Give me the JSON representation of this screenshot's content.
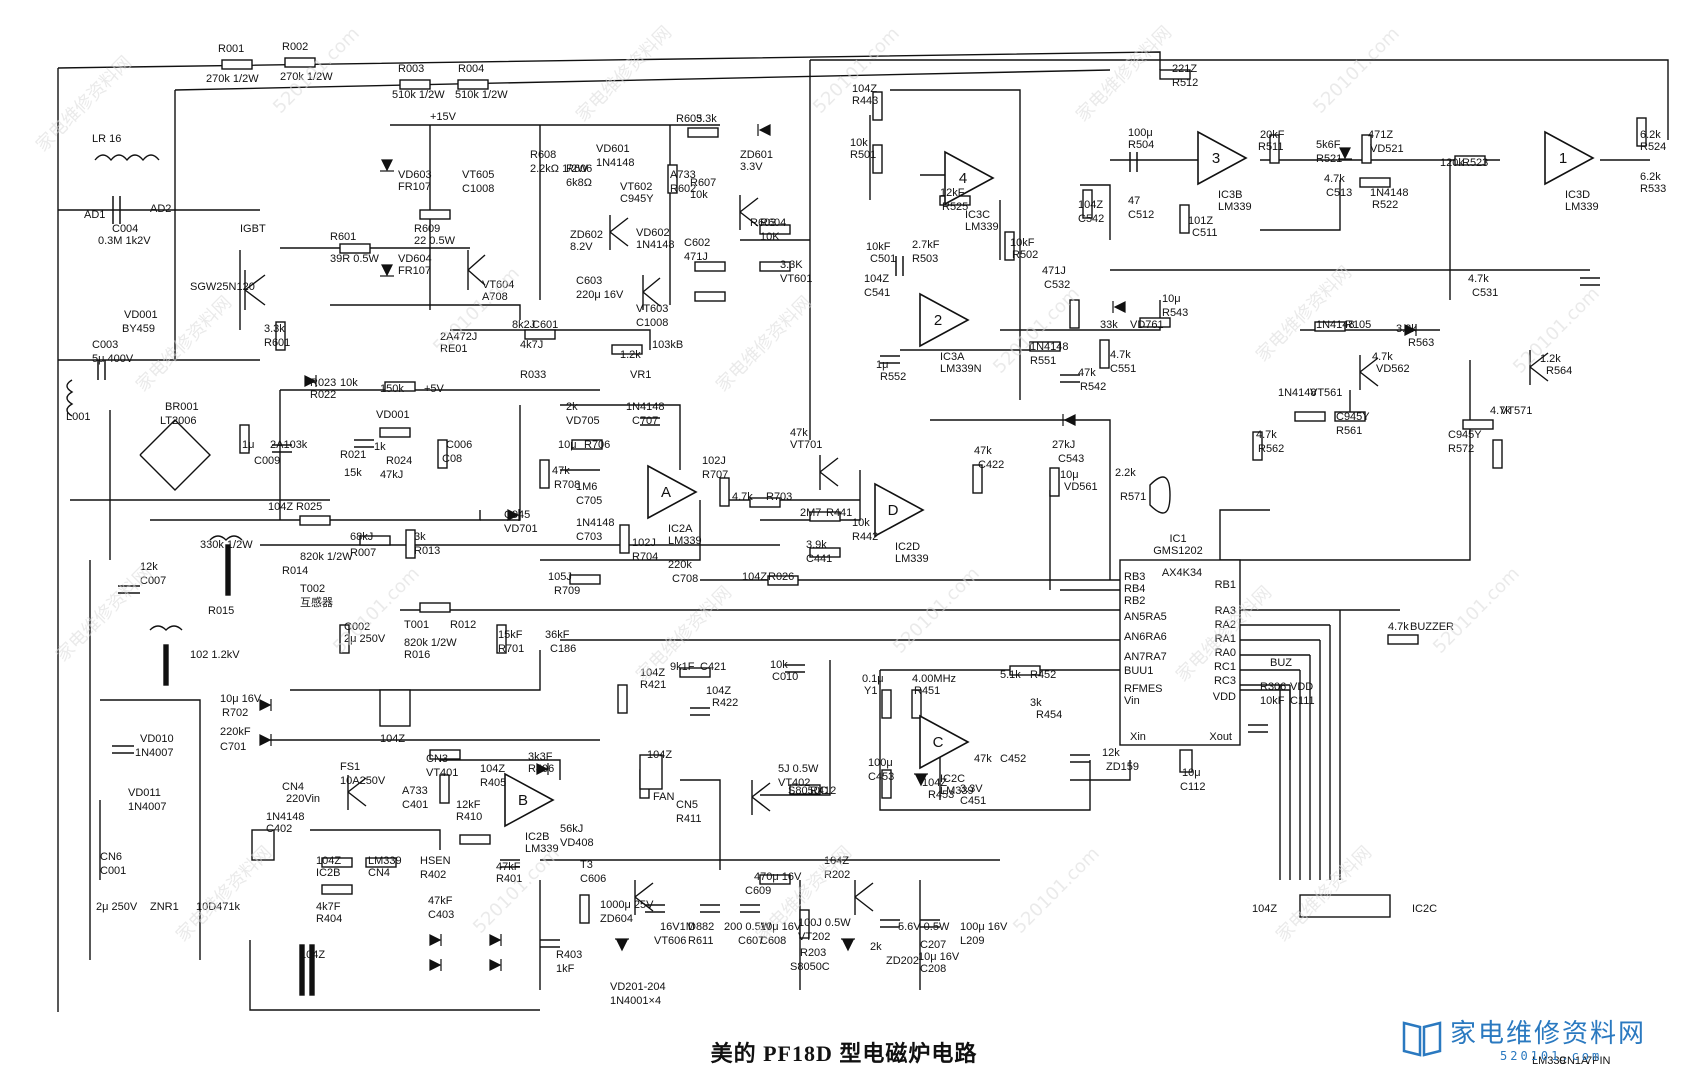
{
  "caption": "美的 PF18D 型电磁炉电路",
  "watermark": {
    "site": "家电维修资料网",
    "url": "520101.com"
  },
  "brand": {
    "name": "家电维修资料网",
    "url": "520101.com"
  },
  "ics": [
    {
      "id": "ic1",
      "label": "IC1",
      "part": "GMS1202",
      "sub": "AX4K34",
      "pins_left": [
        "RB3",
        "RB4",
        "RB2",
        "AN5RA5",
        "AN6RA6",
        "AN7RA7",
        "BUU1",
        "RFMES",
        "Vin"
      ],
      "pins_right": [
        "RB1",
        "RA3",
        "RA2",
        "RA1",
        "RA0",
        "RC1",
        "RC3",
        "VDD"
      ],
      "bottom": [
        "Xin",
        "Xout"
      ]
    }
  ],
  "amps": [
    {
      "id": "a4",
      "num": "4",
      "label": "IC3C",
      "part": "LM339"
    },
    {
      "id": "a3",
      "num": "3",
      "label": "IC3B",
      "part": "LM339"
    },
    {
      "id": "a1",
      "num": "1",
      "label": "IC3D",
      "part": "LM339"
    },
    {
      "id": "a2",
      "num": "2",
      "label": "IC3A",
      "part": "LM339N"
    },
    {
      "id": "aA",
      "num": "A",
      "label": "IC2A",
      "part": "LM339"
    },
    {
      "id": "aD",
      "num": "D",
      "label": "IC2D",
      "part": "LM339"
    },
    {
      "id": "aC",
      "num": "C",
      "label": "IC2C",
      "part": "LM339"
    },
    {
      "id": "aB",
      "num": "B",
      "label": "IC2B",
      "part": "LM339"
    }
  ],
  "labels": [
    "R001",
    "270k 1/2W",
    "R002",
    "270k 1/2W",
    "R003",
    "510k 1/2W",
    "R004",
    "510k 1/2W",
    "LR 16",
    "AD1",
    "AD2",
    "C004",
    "0.3M 1k2V",
    "VD001",
    "BY459",
    "SGW25N120",
    "IGBT",
    "C003",
    "5μ 400V",
    "L001",
    "BR001",
    "LT2006",
    "+15V",
    "VD603",
    "FR107",
    "VD604",
    "FR107",
    "R601",
    "39R 0.5W",
    "R609",
    "22 0.5W",
    "VT605",
    "C1008",
    "VT604",
    "A708",
    "R608",
    "2.2kΩ 1/2W",
    "R606",
    "6k8Ω",
    "ZD602",
    "8.2V",
    "VD601",
    "1N4148",
    "VT602",
    "C945Y",
    "VD602",
    "1N4148",
    "C603",
    "220μ 16V",
    "VT603",
    "C1008",
    "R605",
    "3.3k",
    "ZD601",
    "3.3V",
    "R607",
    "10k",
    "C602",
    "471J",
    "R604",
    "10K",
    "R603",
    "3.3K",
    "VT601",
    "A733",
    "R602",
    "3.3k",
    "R601",
    "8k2J",
    "C601",
    "2A472J",
    "RE01",
    "4k7J",
    "R033",
    "1.2k",
    "VR1",
    "103kB",
    "R023",
    "10k",
    "R022",
    "150k",
    "+5V",
    "VD001",
    "1k",
    "2A103k",
    "R021",
    "15k",
    "R024",
    "47kJ",
    "C006",
    "C08",
    "1μ",
    "C009",
    "104Z",
    "R025",
    "68kJ",
    "R007",
    "3k",
    "R013",
    "820k 1/2W",
    "R014",
    "330k 1/2W",
    "R015",
    "12k",
    "C007",
    "102 1.2kV",
    "T002",
    "互感器",
    "C002",
    "2μ 250V",
    "T001",
    "R012",
    "820k 1/2W",
    "R016",
    "15kF",
    "R701",
    "36kF",
    "C186",
    "10μ 16V",
    "R702",
    "220kF",
    "C701",
    "104Z",
    "VD010",
    "1N4007",
    "VD011",
    "1N4007",
    "CN6",
    "C001",
    "2μ 250V",
    "ZNR1",
    "10D471k",
    "FS1",
    "10A250V",
    "CN4",
    "220Vin",
    "CN3",
    "VT401",
    "A733",
    "C401",
    "104Z",
    "R405",
    "3k3F",
    "R406",
    "12kF",
    "R410",
    "56kJ",
    "VD408",
    "1N4148",
    "C402",
    "104Z",
    "IC2B",
    "LM339",
    "CN4",
    "HSEN",
    "R402",
    "47kF",
    "R401",
    "4k7F",
    "R404",
    "47kF",
    "C403",
    "104Z",
    "R403",
    "1kF",
    "VD201-204",
    "1N4001×4",
    "T3",
    "C606",
    "1000μ 25V",
    "ZD604",
    "16V1M",
    "VT606",
    "D882",
    "R611",
    "200 0.5W",
    "C607",
    "10μ 16V",
    "C608",
    "470μ 16V",
    "C609",
    "104Z",
    "R202",
    "100J 0.5W",
    "VT202",
    "S8050C",
    "R203",
    "2k",
    "ZD202",
    "5.6V 0.5W",
    "C207",
    "10μ 16V",
    "C208",
    "100μ 16V",
    "L209",
    "104Z",
    "FAN",
    "CN5",
    "R411",
    "5J 0.5W",
    "VT402",
    "S8050C",
    "R412",
    "2k",
    "VD705",
    "1N4148",
    "C707",
    "10μ",
    "R706",
    "47k",
    "R708",
    "1M6",
    "C705",
    "102J",
    "R707",
    "4.7k",
    "R703",
    "47k",
    "VT701",
    "C945",
    "VD701",
    "1N4148",
    "C703",
    "102J",
    "R704",
    "220k",
    "C708",
    "105J",
    "R709",
    "2M7",
    "R441",
    "10k",
    "R442",
    "3.9k",
    "C441",
    "104Z",
    "R026",
    "10k",
    "C010",
    "104Z",
    "R421",
    "9k1F",
    "C421",
    "104Z",
    "R422",
    "47k",
    "C422",
    "104Z",
    "R443",
    "10k",
    "R501",
    "12kF",
    "R525",
    "10kF",
    "R502",
    "2.7kF",
    "R503",
    "10kF",
    "C501",
    "104Z",
    "C541",
    "104Z",
    "C542",
    "100μ",
    "R504",
    "47",
    "C512",
    "101Z",
    "C511",
    "221Z",
    "R512",
    "20kF",
    "R511",
    "5k6F",
    "R521",
    "4.7k",
    "C513",
    "471Z",
    "VD521",
    "1N4148",
    "R522",
    "120k",
    "R523",
    "6.2k",
    "R524",
    "6.2k",
    "R533",
    "4.7k",
    "C531",
    "471J",
    "C532",
    "10μ",
    "R543",
    "33k",
    "VD761",
    "1N4148",
    "R551",
    "47k",
    "R542",
    "4.7k",
    "C551",
    "1μ",
    "R552",
    "27kJ",
    "C543",
    "10μ",
    "VD561",
    "1N4148",
    "R105",
    "3.3k",
    "R563",
    "4.7k",
    "VD562",
    "1N4148",
    "VT561",
    "C945Y",
    "R561",
    "4.7k",
    "R562",
    "1.2k",
    "R564",
    "4.7k",
    "VT571",
    "C945Y",
    "R572",
    "2.2k",
    "R571",
    "4.7k",
    "BUZZER",
    "BUZ",
    "R306",
    "10kF",
    "VDD",
    "C111",
    "10μ",
    "C112",
    "0.1μ",
    "Y1",
    "4.00MHz",
    "R451",
    "5.1k",
    "R452",
    "3k",
    "R454",
    "47k",
    "C452",
    "100μ",
    "C453",
    "104Z",
    "R453",
    "12k",
    "ZD159",
    "3.3V",
    "C451",
    "104Z",
    "IC2C",
    "LM339",
    "CN1A",
    "7PIN"
  ]
}
